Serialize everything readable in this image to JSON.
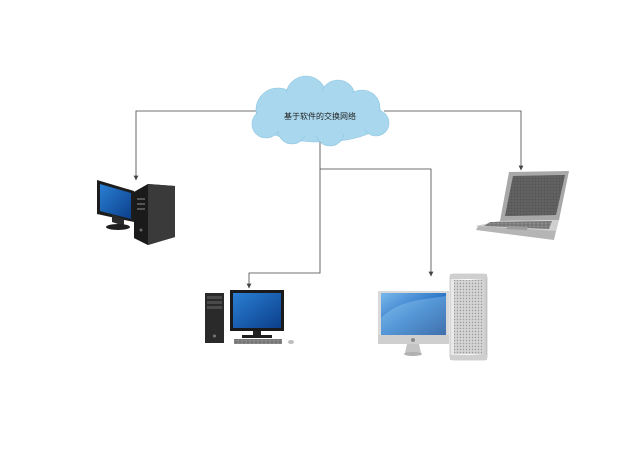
{
  "diagram": {
    "cloud": {
      "label": "基于软件的交换网络",
      "color": "#a9d7ee",
      "outline": "#8fc6e2"
    },
    "connector_color": "#444444",
    "nodes": [
      {
        "id": "workstation-tower",
        "icon": "monitor-with-tower-icon"
      },
      {
        "id": "laptop",
        "icon": "laptop-icon"
      },
      {
        "id": "desktop-pc",
        "icon": "desktop-computer-icon"
      },
      {
        "id": "imac-macpro",
        "icon": "imac-with-mac-pro-icon"
      }
    ]
  }
}
